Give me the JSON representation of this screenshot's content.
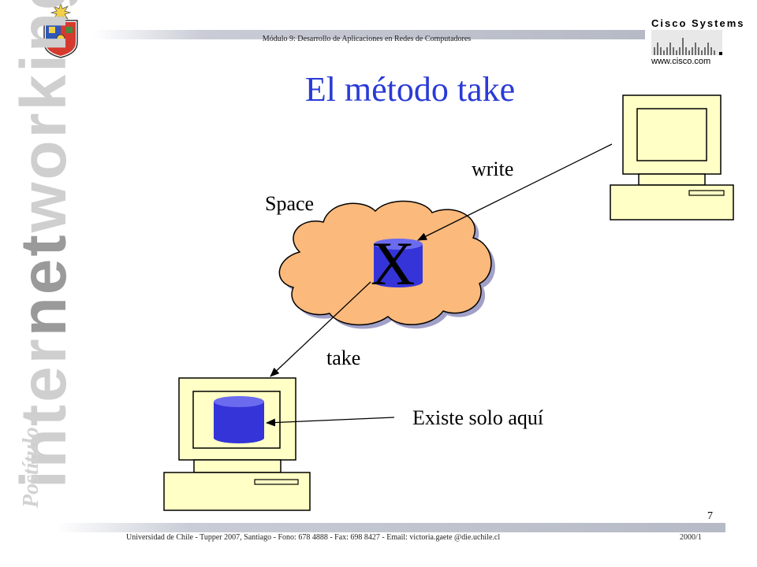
{
  "header": {
    "module_text": "Módulo 9: Desarrollo de Aplicaciones en Redes de Computadores"
  },
  "logo": {
    "brand_word": "Cisco Systems",
    "url": "www.cisco.com"
  },
  "sidebar": {
    "brand_part1": "inter",
    "brand_part2": "net",
    "brand_part3": "working",
    "subtitle": "Postítulo"
  },
  "slide": {
    "title": "El método take",
    "space_label": "Space",
    "entry_mark": "X",
    "write_label": "write",
    "take_label": "take",
    "exists_label": "Existe solo aquí",
    "page_number": "7"
  },
  "footer": {
    "institution": "Universidad de Chile - Tupper 2007, Santiago - Fono: 678 4888 - Fax: 698 8427 - Email: victoria.gaete @die.uchile.cl",
    "term": "2000/1"
  },
  "colors": {
    "title": "#2a3bd6",
    "cloud": "#fbb97b",
    "cylinder": "#3434d8",
    "computer": "#ffffc6"
  }
}
